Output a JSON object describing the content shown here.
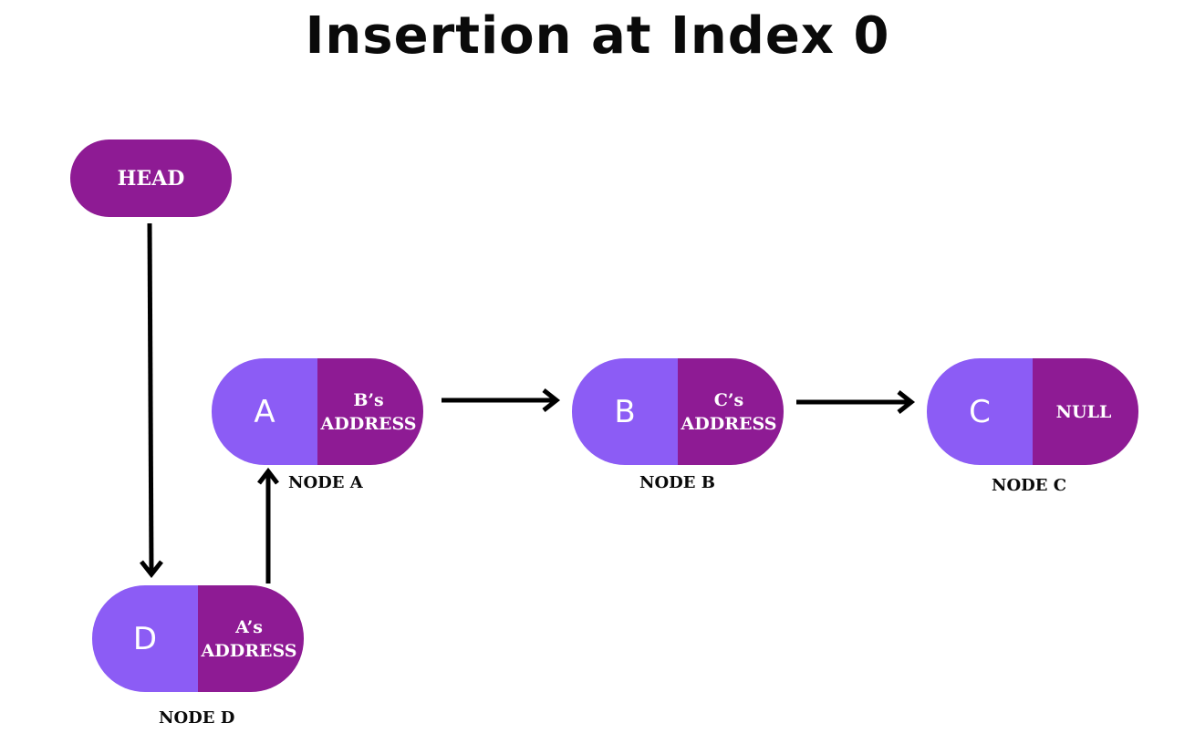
{
  "title": "Insertion at Index 0",
  "head": {
    "label": "HEAD"
  },
  "nodes": {
    "a": {
      "value": "A",
      "pointer_line1": "B’s",
      "pointer_line2": "ADDRESS",
      "label": "NODE A"
    },
    "b": {
      "value": "B",
      "pointer_line1": "C’s",
      "pointer_line2": "ADDRESS",
      "label": "NODE B"
    },
    "c": {
      "value": "C",
      "pointer_line1": "NULL",
      "pointer_line2": "",
      "label": "NODE C"
    },
    "d": {
      "value": "D",
      "pointer_line1": "A’s",
      "pointer_line2": "ADDRESS",
      "label": "NODE D"
    }
  },
  "colors": {
    "value_fill": "#8c5cf5",
    "pointer_fill": "#8e1b94",
    "head_fill": "#8e1b94",
    "text_on_fill": "#ffffff",
    "arrow": "#000000"
  }
}
